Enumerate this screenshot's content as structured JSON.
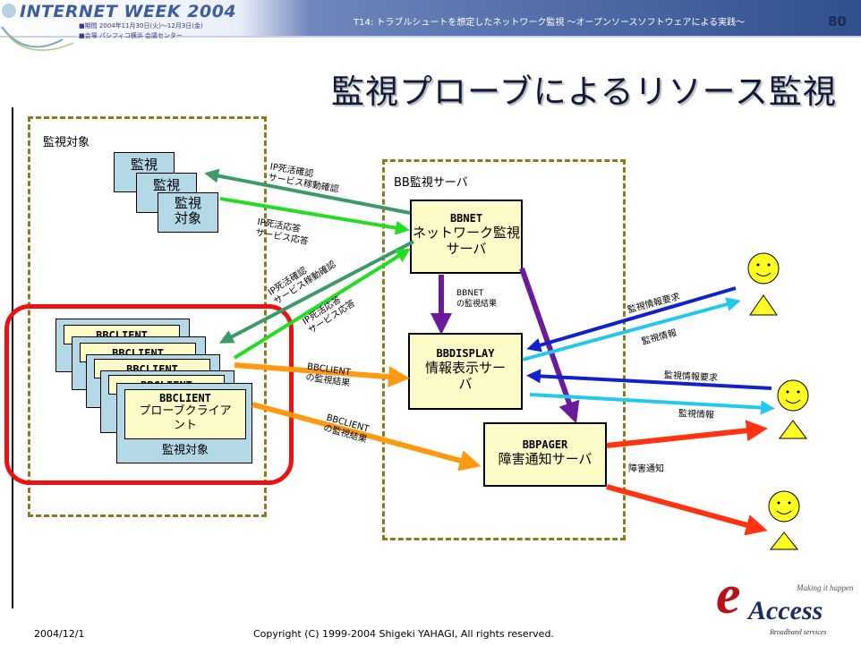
{
  "header": {
    "logo_text": "INTERNET WEEK 2004",
    "logo_line1": "■期間 2004年11月30日(火)～12月3日(金)",
    "logo_line2": "■会場 パシフィコ横浜 会議センター",
    "session_title": "T14: トラブルシュートを想定したネットワーク監視 ～オープンソースソフトウェアによる実践～",
    "page_number": "80"
  },
  "title": "監視プローブによるリソース監視",
  "diagram": {
    "left_group_label": "監視対象",
    "stacked_targets": [
      "監視",
      "監視",
      "監視\n対象"
    ],
    "server_group_label": "BB監視サーバ",
    "bbnet": {
      "name": "BBNET",
      "desc": "ネットワーク監視\nサーバ"
    },
    "bbdisplay": {
      "name": "BBDISPLAY",
      "desc": "情報表示サー\nバ"
    },
    "bbpager": {
      "name": "BBPAGER",
      "desc": "障害通知サーバ"
    },
    "client_name": "BBCLIENT",
    "client_desc": "プローブクライア\nント",
    "client_footer": "監視対象",
    "labels": {
      "ping_check_1": "IP死活確認\nサービス稼動確認",
      "ping_reply_1": "IP死活応答\nサービス応答",
      "ping_check_2": "IP死活確認\nサービス稼動確認",
      "ping_reply_2": "IP死活応答\nサービス応答",
      "bbnet_result": "BBNET\nの監視結果",
      "client_result_1": "BBCLIENT\nの監視結果",
      "client_result_2": "BBCLIENT\nの監視結果",
      "info_request_1": "監視情報要求",
      "info_1": "監視情報",
      "info_request_2": "監視情報要求",
      "info_2": "監視情報",
      "alert": "障害通知"
    }
  },
  "footer": {
    "date": "2004/12/1",
    "copyright": "Copyright (C) 1999-2004 Shigeki YAHAGI, All rights reserved.",
    "brand_tagline": "Making it happen",
    "brand_e": "e",
    "brand_name": "Access",
    "brand_sub": "Broadband services"
  },
  "colors": {
    "header_bg": "#2f4f8f",
    "green_dark": "#3a9a6a",
    "green_light": "#22dd22",
    "purple": "#6a1a9a",
    "orange": "#ff9911",
    "blue_dark": "#1122cc",
    "blue_light": "#22c8ee",
    "red": "#ff3311",
    "highlight": "#ee1111"
  }
}
